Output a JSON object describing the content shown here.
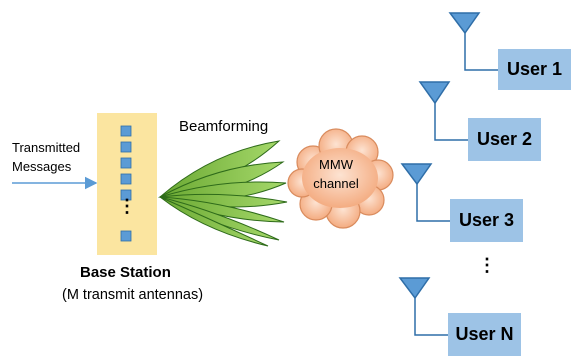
{
  "input": {
    "label_line1": "Transmitted",
    "label_line2": "Messages"
  },
  "base_station": {
    "title": "Base Station",
    "subtitle": "(M transmit antennas)",
    "ellipsis": "⋮",
    "antenna_count_shown": 6,
    "fill_color": "#fbe5a0",
    "antenna_color": "#5b9bd5"
  },
  "beamforming": {
    "label": "Beamforming",
    "beam_count": 7,
    "beam_color": "#92d050"
  },
  "channel": {
    "label_line1": "MMW",
    "label_line2": "channel",
    "cloud_color": "#f8c3a0"
  },
  "users": {
    "items": [
      {
        "label": "User 1"
      },
      {
        "label": "User 2"
      },
      {
        "label": "User 3"
      },
      {
        "label": "User N"
      }
    ],
    "ellipsis": "⋮",
    "box_color": "#9dc3e6",
    "antenna_color": "#5b9bd5"
  }
}
